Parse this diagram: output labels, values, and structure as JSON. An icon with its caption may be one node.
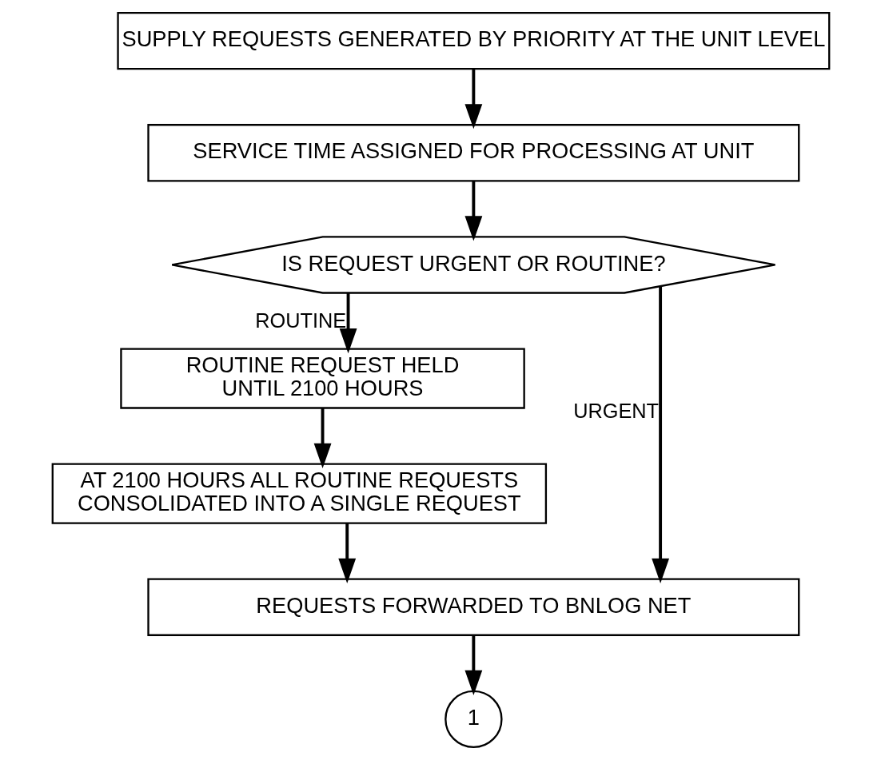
{
  "diagram": {
    "nodes": [
      {
        "text": [
          "SUPPLY REQUESTS GENERATED BY PRIORITY AT THE UNIT LEVEL"
        ]
      },
      {
        "text": [
          "SERVICE TIME ASSIGNED FOR PROCESSING AT UNIT"
        ]
      },
      {
        "text": [
          "IS REQUEST URGENT OR ROUTINE?"
        ]
      },
      {
        "text": [
          "ROUTINE REQUEST HELD UNTIL 2100 HOURS"
        ]
      },
      {
        "text": [
          "AT 2100 HOURS ALL ROUTINE REQUESTS CONSOLIDATED INTO A SINGLE REQUEST"
        ]
      },
      {
        "text": [
          "REQUESTS FORWARDED TO BNLOG NET"
        ]
      },
      {
        "text": [
          "1"
        ]
      }
    ],
    "edges": [
      {
        "from": 0,
        "to": 1,
        "arrow": "to"
      },
      {
        "from": 1,
        "to": 2,
        "arrow": "to"
      },
      {
        "from": 2,
        "to": 5,
        "arrow": "to",
        "label": "URGENT"
      },
      {
        "from": 2,
        "to": 3,
        "arrow": "to",
        "label": "ROUTINE"
      },
      {
        "from": 3,
        "to": 4,
        "arrow": "to"
      },
      {
        "from": 4,
        "to": 5,
        "arrow": "to"
      },
      {
        "from": 5,
        "to": 6,
        "arrow": "to"
      }
    ]
  }
}
